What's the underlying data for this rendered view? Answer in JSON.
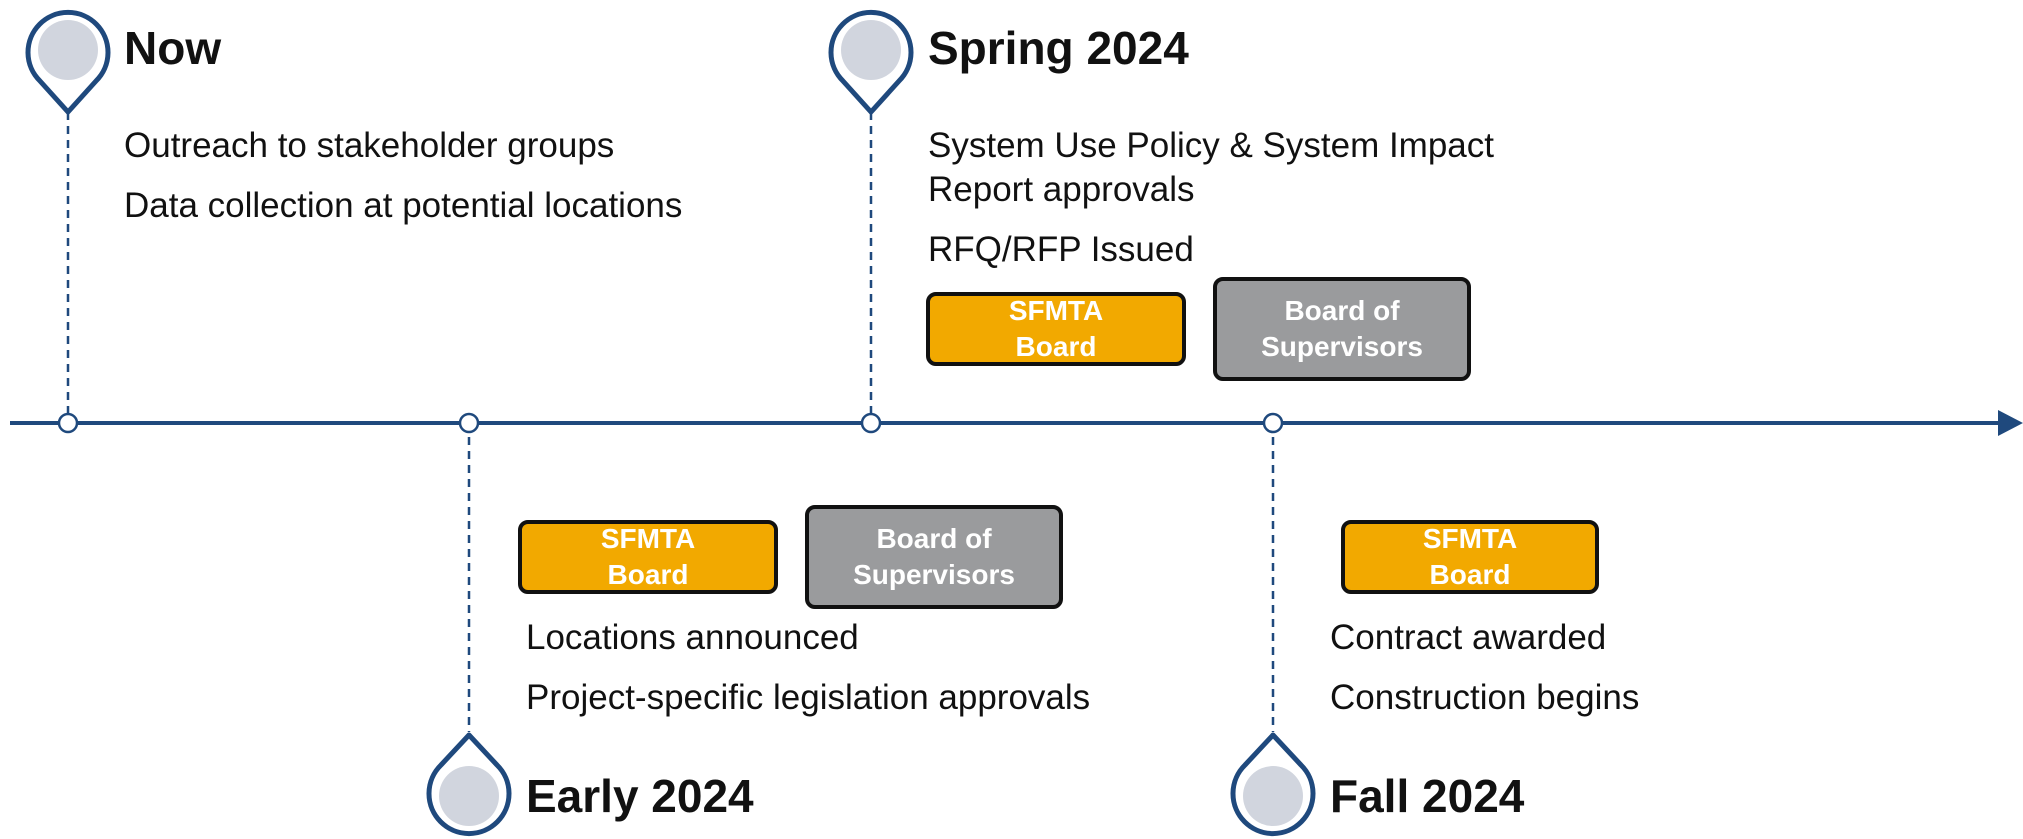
{
  "diagram": {
    "colors": {
      "timeline": "#1f497d",
      "pin_fill": "#d1d5de",
      "sfmta_badge": "#f2a900",
      "board_badge": "#9a9b9d"
    },
    "icons": [
      "map-pin-icon",
      "arrow-right-icon"
    ],
    "milestones": [
      {
        "title": "Now",
        "items": [
          "Outreach to stakeholder groups",
          "Data collection at potential locations"
        ],
        "badges": []
      },
      {
        "title": "Early 2024",
        "items": [
          "Locations announced",
          "Project-specific legislation approvals"
        ],
        "badges": [
          "SFMTA Board",
          "Board of Supervisors"
        ]
      },
      {
        "title": "Spring 2024",
        "items": [
          "System Use Policy & System Impact Report approvals",
          "RFQ/RFP Issued"
        ],
        "badges": [
          "SFMTA Board",
          "Board of Supervisors"
        ]
      },
      {
        "title": "Fall 2024",
        "items": [
          "Contract awarded",
          "Construction begins"
        ],
        "badges": [
          "SFMTA Board"
        ]
      }
    ]
  }
}
